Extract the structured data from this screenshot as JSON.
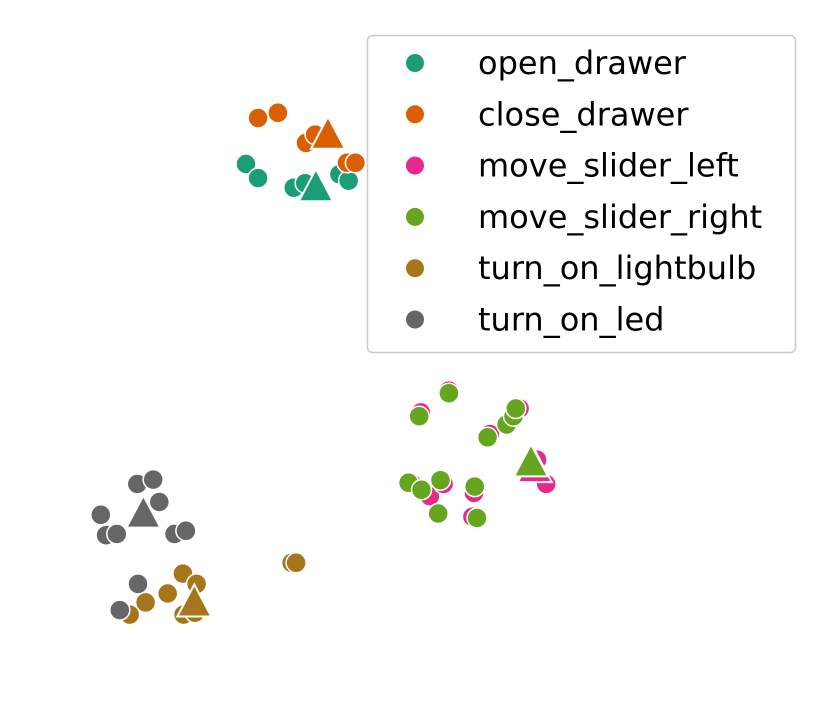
{
  "chart_data": {
    "type": "scatter",
    "title": "",
    "xlabel": "",
    "ylabel": "",
    "axes_visible": false,
    "grid": false,
    "legend_placement": "top-right",
    "xlim": [
      0,
      100
    ],
    "ylim": [
      0,
      100
    ],
    "marker_note": "circles are individual samples, triangles are class centroids",
    "series": [
      {
        "name": "open_drawer",
        "color": "#1b9e77",
        "points": [
          [
            27.1,
            81.4
          ],
          [
            28.7,
            79.2
          ],
          [
            33.4,
            77.7
          ],
          [
            34.9,
            78.4
          ],
          [
            39.4,
            79.8
          ],
          [
            40.6,
            78.8
          ]
        ],
        "centroid": [
          36.3,
          78.1
        ]
      },
      {
        "name": "close_drawer",
        "color": "#d95f02",
        "points": [
          [
            28.7,
            88.6
          ],
          [
            31.3,
            89.4
          ],
          [
            35.0,
            84.7
          ],
          [
            36.2,
            86.0
          ],
          [
            40.4,
            81.6
          ],
          [
            41.5,
            81.6
          ]
        ],
        "centroid": [
          37.9,
          86.3
        ]
      },
      {
        "name": "move_slider_left",
        "color": "#e7298a",
        "points": [
          [
            53.8,
            46.0
          ],
          [
            50.1,
            42.6
          ],
          [
            59.2,
            39.2
          ],
          [
            63.1,
            43.2
          ],
          [
            66.6,
            31.4
          ],
          [
            48.9,
            31.5
          ],
          [
            51.3,
            29.5
          ],
          [
            53.1,
            31.4
          ],
          [
            57.1,
            30.0
          ],
          [
            56.9,
            26.3
          ],
          [
            65.4,
            35.2
          ]
        ],
        "centroid": [
          65.1,
          34.2
        ]
      },
      {
        "name": "move_slider_right",
        "color": "#66a61e",
        "points": [
          [
            53.8,
            45.6
          ],
          [
            49.9,
            42.0
          ],
          [
            58.9,
            38.7
          ],
          [
            61.4,
            40.7
          ],
          [
            62.3,
            42.0
          ],
          [
            62.6,
            43.2
          ],
          [
            48.5,
            31.6
          ],
          [
            50.2,
            30.5
          ],
          [
            52.7,
            32.0
          ],
          [
            57.2,
            31.0
          ],
          [
            57.5,
            26.1
          ],
          [
            52.4,
            26.8
          ]
        ],
        "centroid": [
          64.6,
          35.1
        ]
      },
      {
        "name": "turn_on_lightbulb",
        "color": "#a6761d",
        "points": [
          [
            33.1,
            19.1
          ],
          [
            33.7,
            19.1
          ],
          [
            18.8,
            17.4
          ],
          [
            20.6,
            15.8
          ],
          [
            16.8,
            14.3
          ],
          [
            13.9,
            12.9
          ],
          [
            11.8,
            11.0
          ],
          [
            18.9,
            11.0
          ],
          [
            20.4,
            11.3
          ]
        ],
        "centroid": [
          20.3,
          13.2
        ]
      },
      {
        "name": "turn_on_led",
        "color": "#666666",
        "points": [
          [
            12.8,
            31.4
          ],
          [
            14.9,
            32.1
          ],
          [
            15.7,
            28.6
          ],
          [
            8.0,
            26.6
          ],
          [
            8.7,
            23.4
          ],
          [
            10.1,
            23.6
          ],
          [
            17.7,
            23.6
          ],
          [
            19.2,
            24.1
          ],
          [
            12.9,
            15.8
          ],
          [
            10.5,
            11.7
          ]
        ],
        "centroid": [
          13.6,
          27.1
        ]
      }
    ]
  }
}
